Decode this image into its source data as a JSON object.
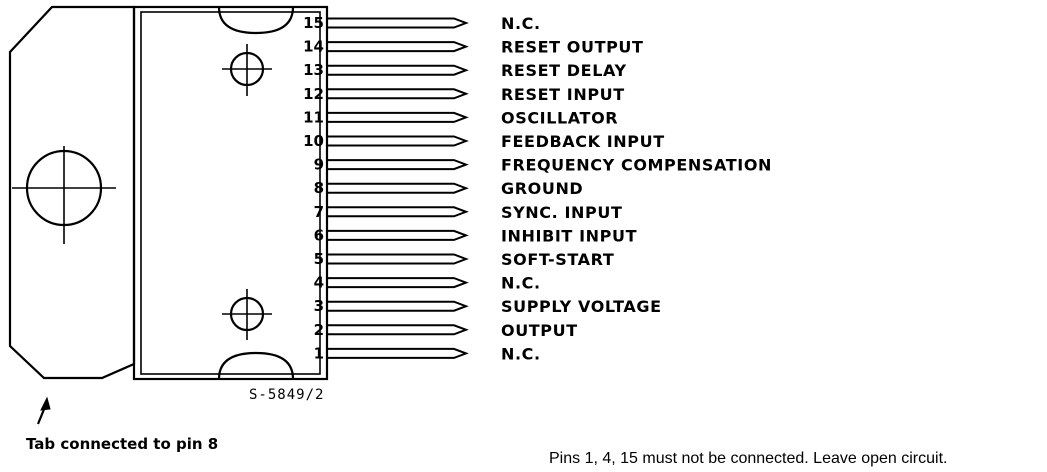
{
  "pins": [
    {
      "number": "15",
      "label": "N.C."
    },
    {
      "number": "14",
      "label": "RESET OUTPUT"
    },
    {
      "number": "13",
      "label": "RESET DELAY"
    },
    {
      "number": "12",
      "label": "RESET INPUT"
    },
    {
      "number": "11",
      "label": "OSCILLATOR"
    },
    {
      "number": "10",
      "label": "FEEDBACK INPUT"
    },
    {
      "number": "9",
      "label": "FREQUENCY COMPENSATION"
    },
    {
      "number": "8",
      "label": "GROUND"
    },
    {
      "number": "7",
      "label": "SYNC. INPUT"
    },
    {
      "number": "6",
      "label": "INHIBIT INPUT"
    },
    {
      "number": "5",
      "label": "SOFT-START"
    },
    {
      "number": "4",
      "label": "N.C."
    },
    {
      "number": "3",
      "label": "SUPPLY VOLTAGE"
    },
    {
      "number": "2",
      "label": "OUTPUT"
    },
    {
      "number": "1",
      "label": "N.C."
    }
  ],
  "part_code": "S-5849/2",
  "tab_note": "Tab connected to pin 8",
  "footer_note": "Pins 1, 4, 15 must not be connected. Leave open circuit."
}
